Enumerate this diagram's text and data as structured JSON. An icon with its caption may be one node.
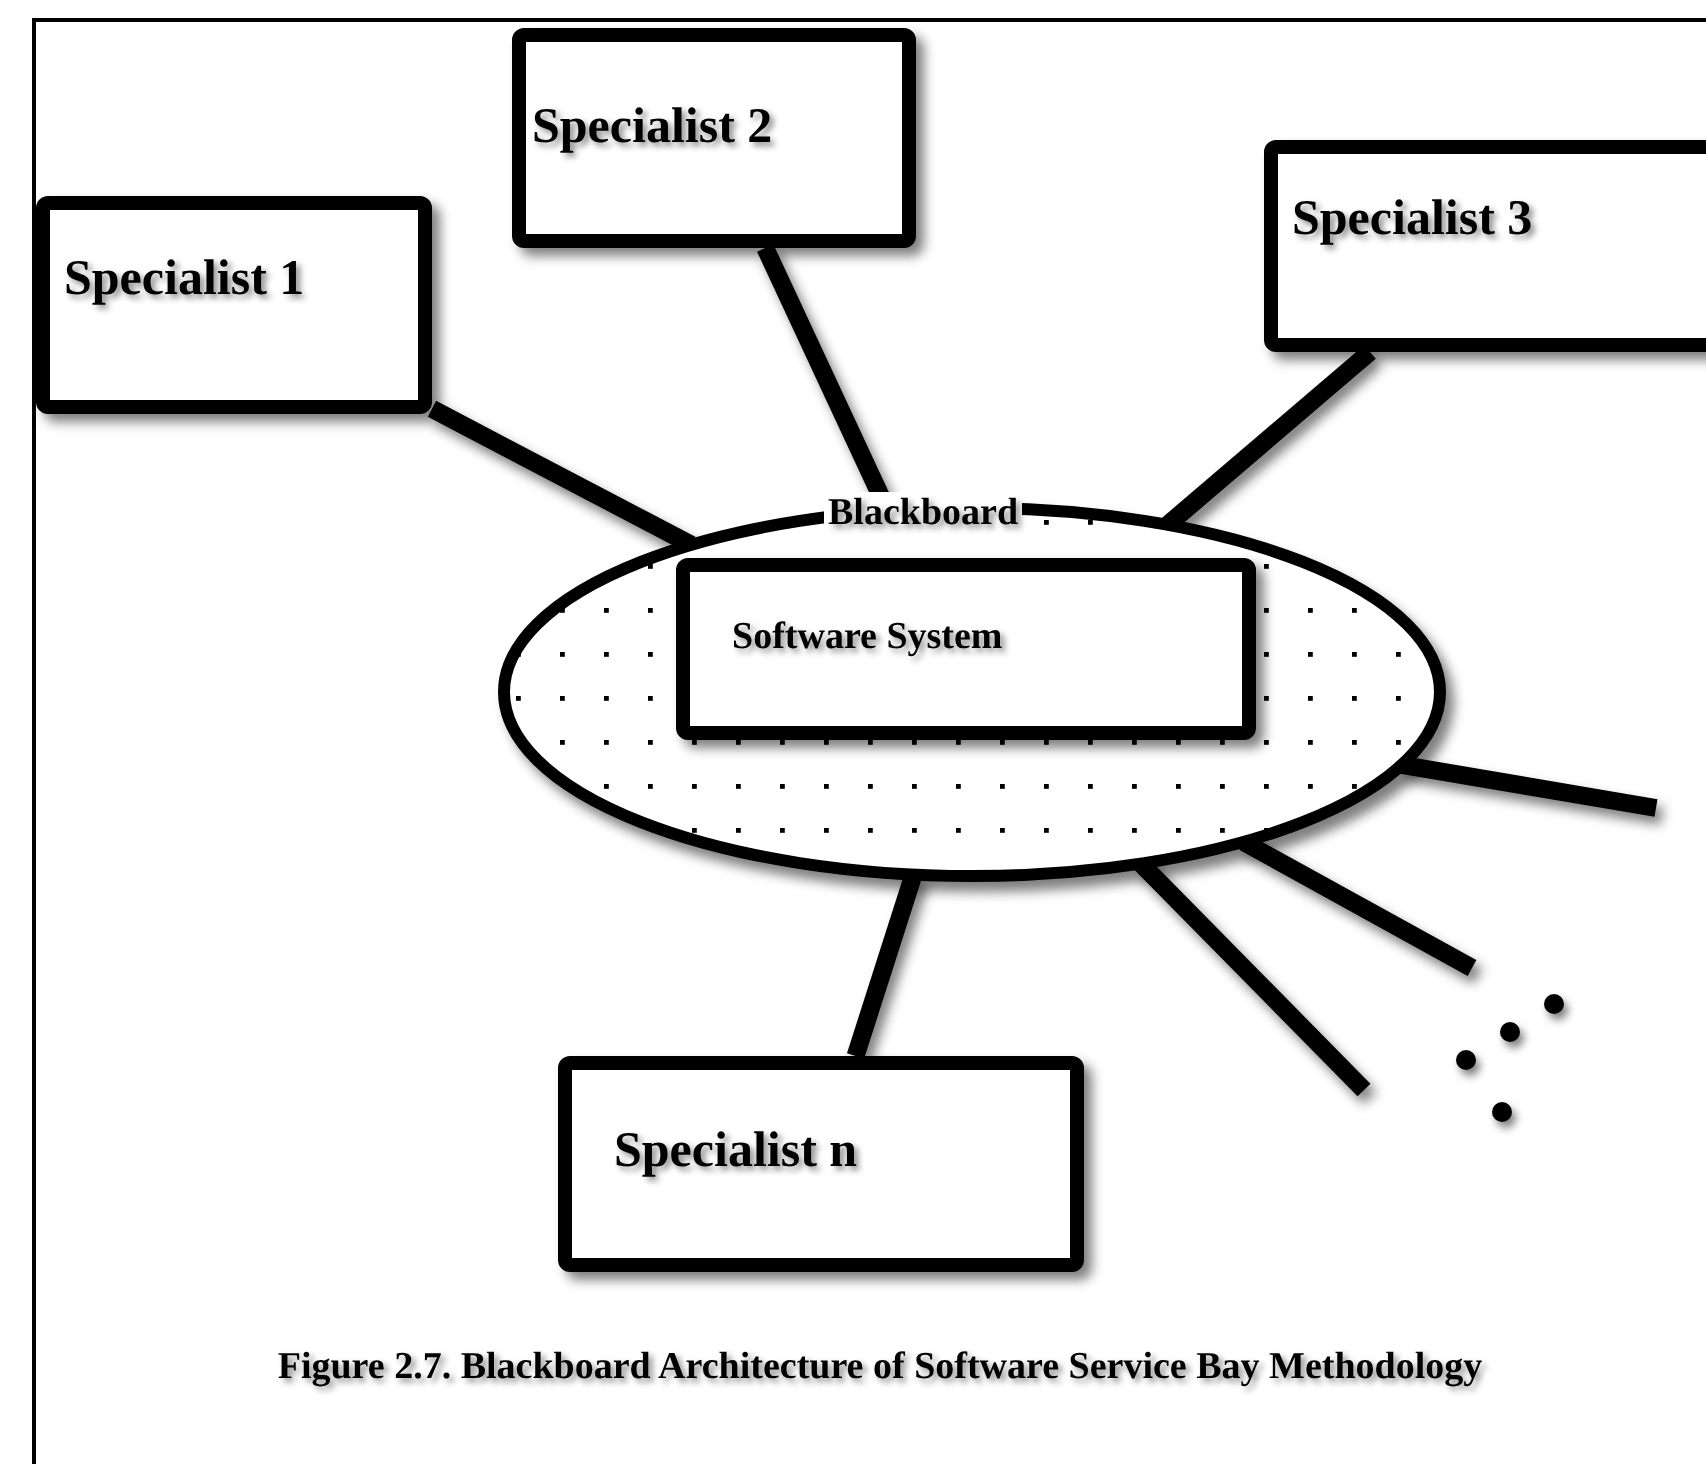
{
  "diagram": {
    "caption": "Figure 2.7. Blackboard Architecture of Software Service Bay Methodology",
    "nodes": [
      {
        "text": [
          "Specialist 1"
        ]
      },
      {
        "text": [
          "Specialist 2"
        ]
      },
      {
        "text": [
          "Specialist 3"
        ]
      },
      {
        "text": [
          "Blackboard"
        ]
      },
      {
        "text": [
          "Software System"
        ],
        "in": 3
      },
      {
        "text": [
          "Specialist n"
        ]
      }
    ],
    "edges": [
      {
        "from": 0,
        "to": 3,
        "arrow": "none"
      },
      {
        "from": 1,
        "to": 3,
        "arrow": "none"
      },
      {
        "from": 2,
        "to": 3,
        "arrow": "none"
      },
      {
        "from": 5,
        "to": 3,
        "arrow": "none"
      },
      {
        "from": 3,
        "to": null,
        "arrow": "none"
      },
      {
        "from": 3,
        "to": null,
        "arrow": "none"
      },
      {
        "from": 3,
        "to": null,
        "arrow": "none"
      }
    ]
  }
}
